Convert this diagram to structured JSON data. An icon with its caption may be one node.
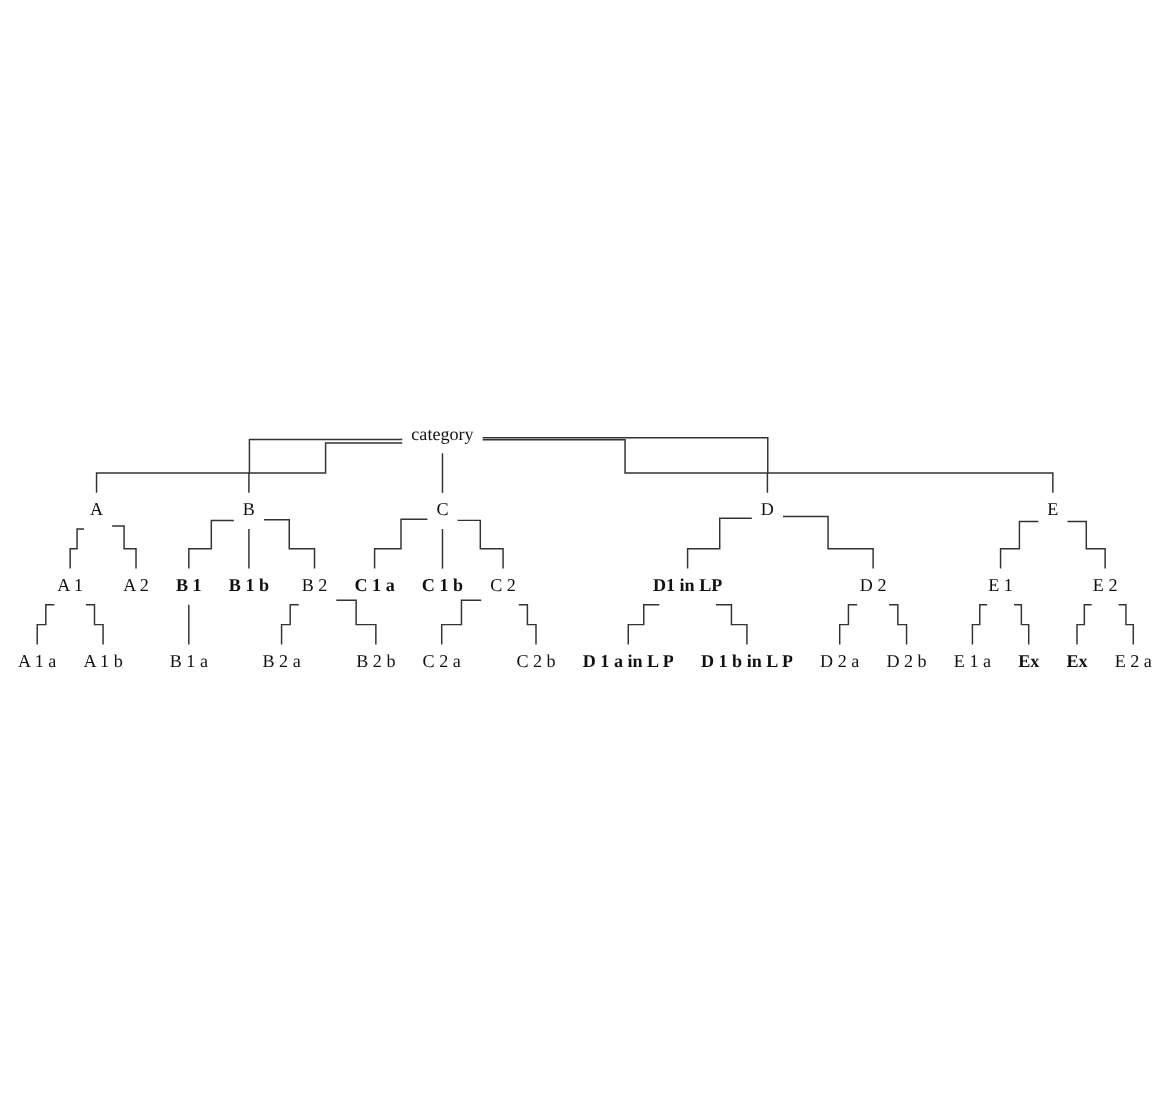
{
  "diagram": {
    "nodes": [
      {
        "text": [
          "category"
        ]
      },
      {
        "text": [
          "A"
        ]
      },
      {
        "text": [
          "B"
        ]
      },
      {
        "text": [
          "C"
        ]
      },
      {
        "text": [
          "D"
        ]
      },
      {
        "text": [
          "E"
        ]
      },
      {
        "text": [
          "A 1"
        ]
      },
      {
        "text": [
          "A 2"
        ]
      },
      {
        "text": [
          "B 1"
        ]
      },
      {
        "text": [
          "B 1 b"
        ]
      },
      {
        "text": [
          "B 2"
        ]
      },
      {
        "text": [
          "C 1 a"
        ]
      },
      {
        "text": [
          "C 1 b"
        ]
      },
      {
        "text": [
          "C 2"
        ]
      },
      {
        "text": [
          "D1 in LP"
        ]
      },
      {
        "text": [
          "D 2"
        ]
      },
      {
        "text": [
          "E 1"
        ]
      },
      {
        "text": [
          "E 2"
        ]
      },
      {
        "text": [
          "A 1 a"
        ]
      },
      {
        "text": [
          "A 1 b"
        ]
      },
      {
        "text": [
          "B 1 a"
        ]
      },
      {
        "text": [
          "B 2 a"
        ]
      },
      {
        "text": [
          "B 2 b"
        ]
      },
      {
        "text": [
          "C 2 a"
        ]
      },
      {
        "text": [
          "C 2 b"
        ]
      },
      {
        "text": [
          "D 1 a in L P"
        ]
      },
      {
        "text": [
          "D 1 b in L P"
        ]
      },
      {
        "text": [
          "D 2 a"
        ]
      },
      {
        "text": [
          "D 2 b"
        ]
      },
      {
        "text": [
          "E 1 a"
        ]
      },
      {
        "text": [
          "Ex"
        ]
      },
      {
        "text": [
          "Ex"
        ]
      },
      {
        "text": [
          "E 2 a"
        ]
      }
    ],
    "edges": [
      {
        "from": 0,
        "to": 1,
        "arrow": "none"
      },
      {
        "from": 0,
        "to": 2,
        "arrow": "none"
      },
      {
        "from": 0,
        "to": 3,
        "arrow": "none"
      },
      {
        "from": 0,
        "to": 4,
        "arrow": "none"
      },
      {
        "from": 0,
        "to": 5,
        "arrow": "none"
      },
      {
        "from": 1,
        "to": 6,
        "arrow": "none"
      },
      {
        "from": 1,
        "to": 7,
        "arrow": "none"
      },
      {
        "from": 2,
        "to": 8,
        "arrow": "none"
      },
      {
        "from": 2,
        "to": 9,
        "arrow": "none"
      },
      {
        "from": 2,
        "to": 10,
        "arrow": "none"
      },
      {
        "from": 3,
        "to": 11,
        "arrow": "none"
      },
      {
        "from": 3,
        "to": 12,
        "arrow": "none"
      },
      {
        "from": 3,
        "to": 13,
        "arrow": "none"
      },
      {
        "from": 4,
        "to": 14,
        "arrow": "none"
      },
      {
        "from": 4,
        "to": 15,
        "arrow": "none"
      },
      {
        "from": 5,
        "to": 16,
        "arrow": "none"
      },
      {
        "from": 5,
        "to": 17,
        "arrow": "none"
      },
      {
        "from": 6,
        "to": 18,
        "arrow": "none"
      },
      {
        "from": 6,
        "to": 19,
        "arrow": "none"
      },
      {
        "from": 8,
        "to": 20,
        "arrow": "none"
      },
      {
        "from": 10,
        "to": 21,
        "arrow": "none"
      },
      {
        "from": 10,
        "to": 22,
        "arrow": "none"
      },
      {
        "from": 13,
        "to": 23,
        "arrow": "none"
      },
      {
        "from": 13,
        "to": 24,
        "arrow": "none"
      },
      {
        "from": 14,
        "to": 25,
        "arrow": "none"
      },
      {
        "from": 14,
        "to": 26,
        "arrow": "none"
      },
      {
        "from": 15,
        "to": 27,
        "arrow": "none"
      },
      {
        "from": 15,
        "to": 28,
        "arrow": "none"
      },
      {
        "from": 16,
        "to": 29,
        "arrow": "none"
      },
      {
        "from": 16,
        "to": 30,
        "arrow": "none"
      },
      {
        "from": 17,
        "to": 31,
        "arrow": "none"
      },
      {
        "from": 17,
        "to": 32,
        "arrow": "none"
      }
    ]
  }
}
